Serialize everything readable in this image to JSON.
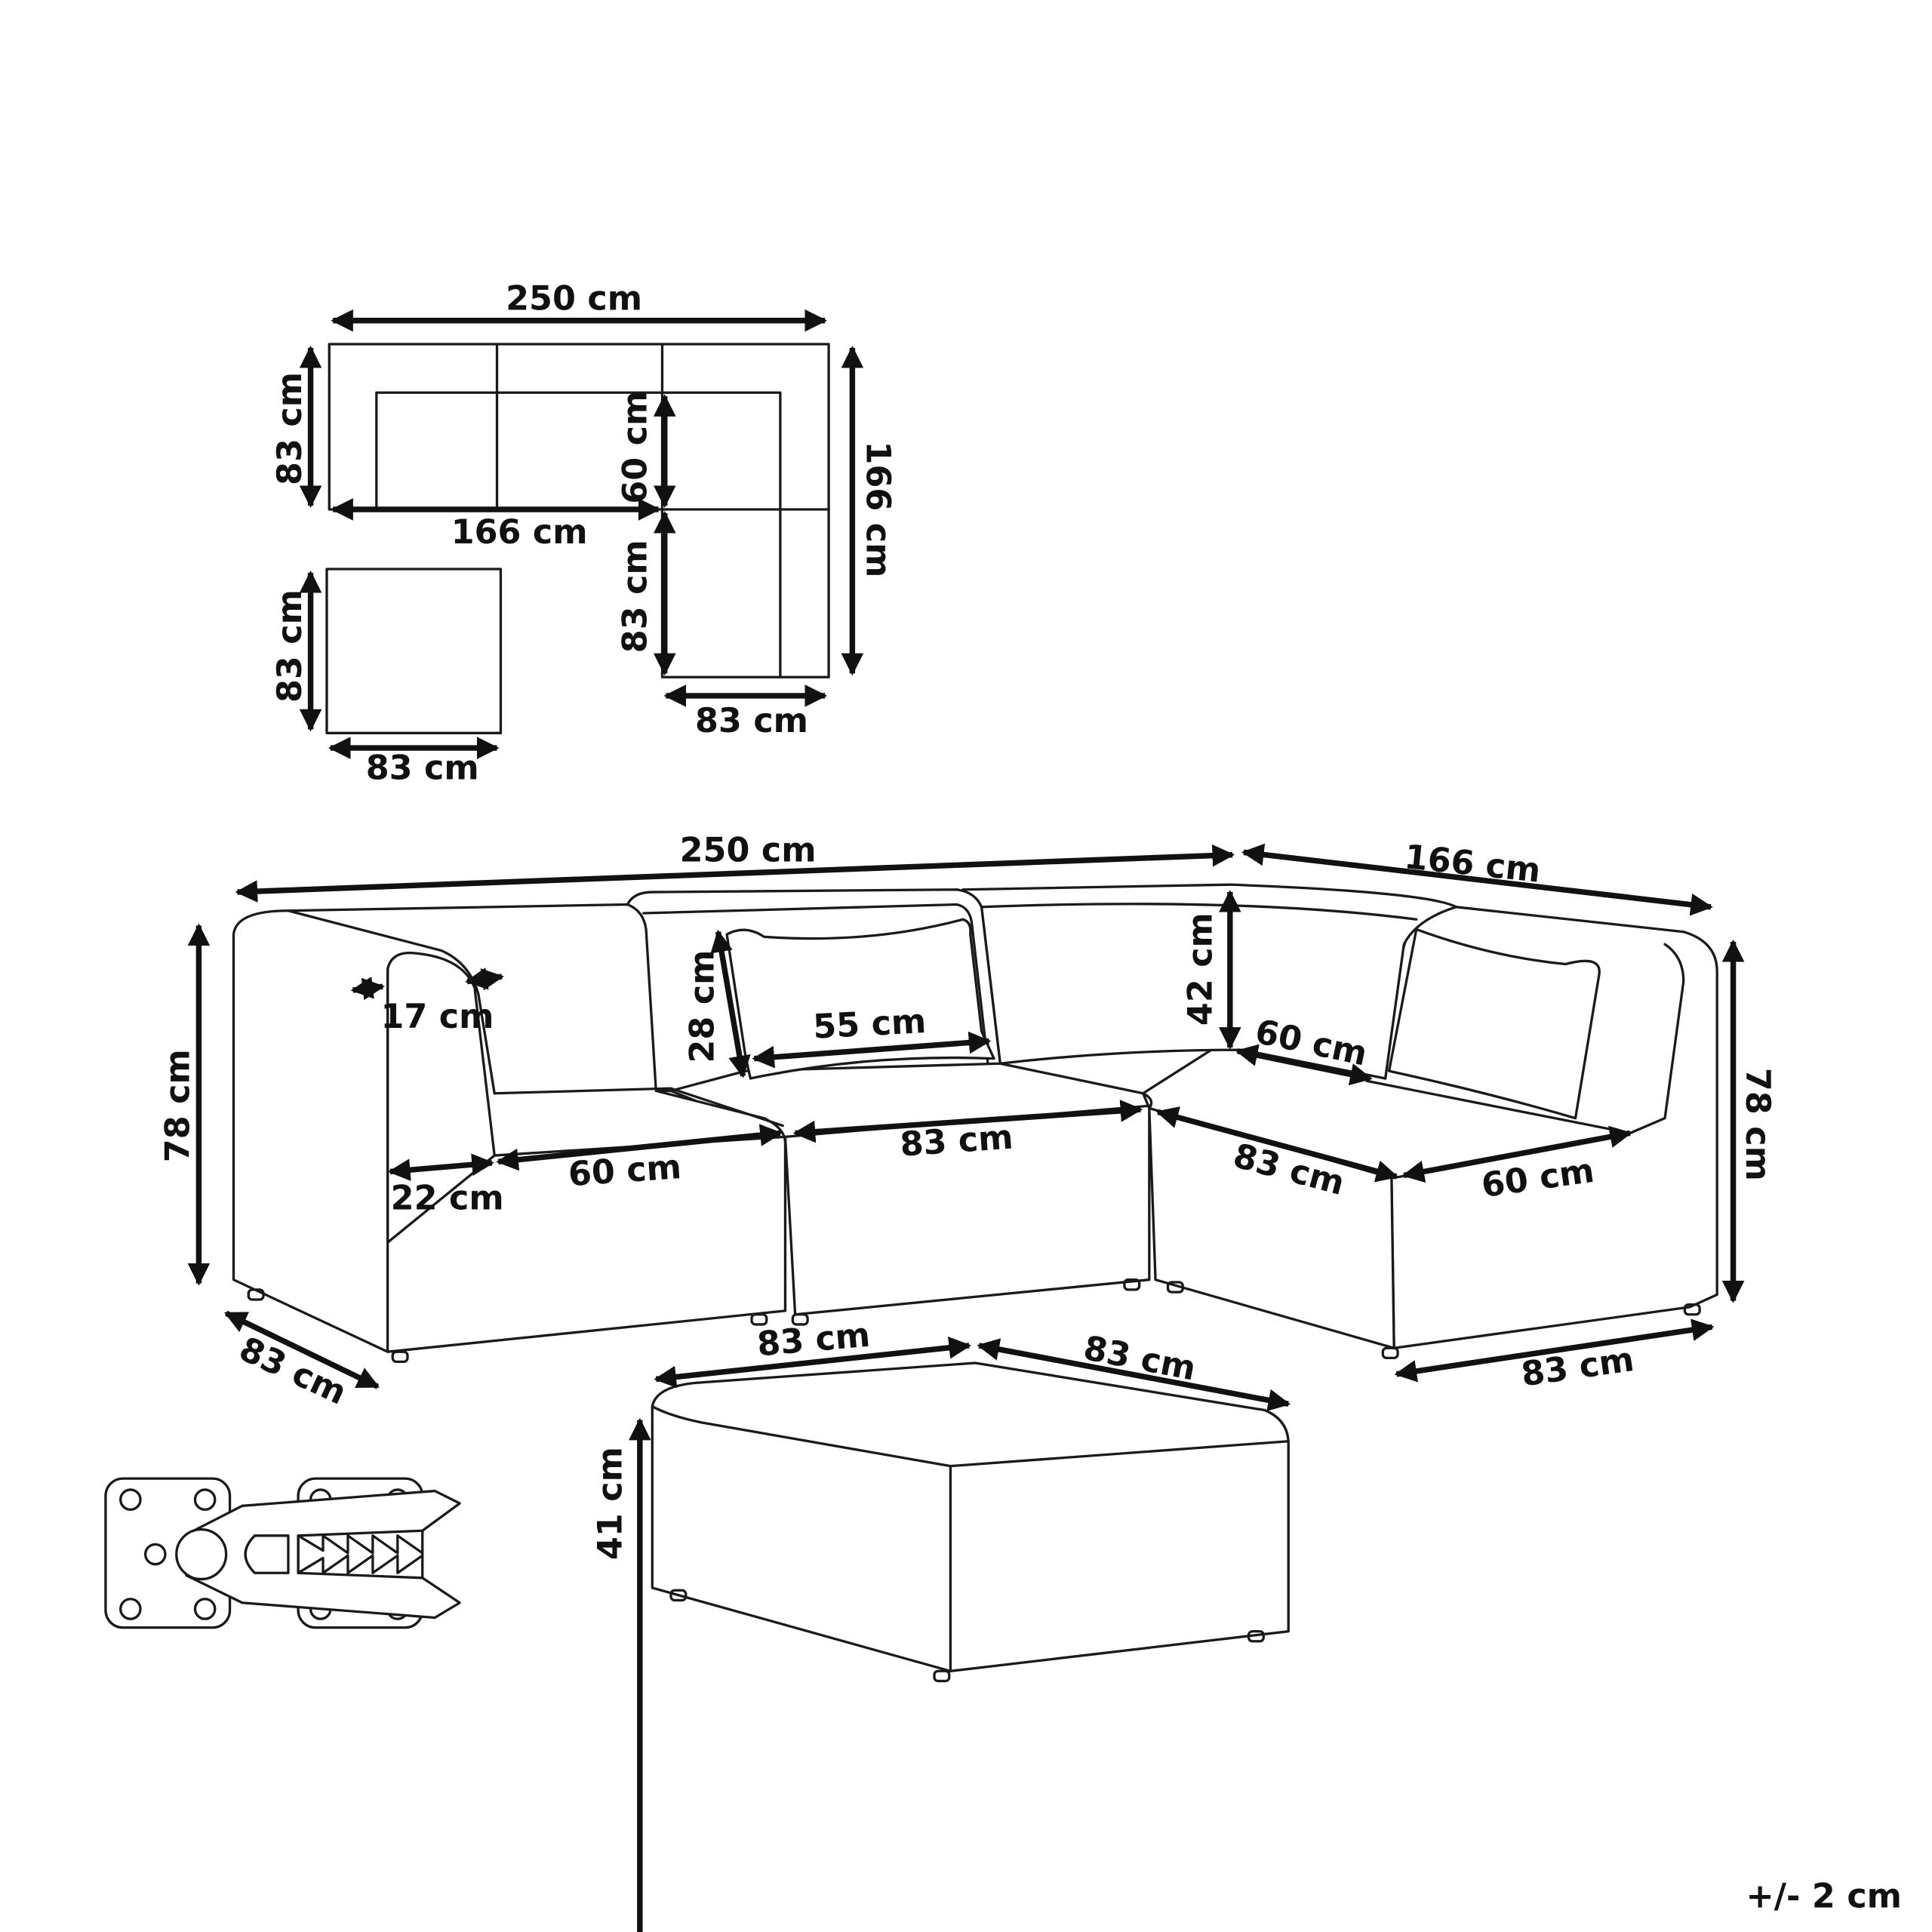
{
  "top_view": {
    "overall_width": "250 cm",
    "left_depth": "83 cm",
    "seat_depth": "60 cm",
    "inner_length": "166 cm",
    "overall_length": "166 cm",
    "corner_depth": "83 cm",
    "corner_width": "83 cm",
    "ottoman_depth": "83 cm",
    "ottoman_width": "83 cm"
  },
  "perspective_view": {
    "overall_width": "250 cm",
    "overall_length": "166 cm",
    "height_left": "78 cm",
    "height_right": "78 cm",
    "armrest_width": "17 cm",
    "armrest_base": "22 cm",
    "seat_depth_left": "60 cm",
    "pillow_height": "28 cm",
    "pillow_width": "55 cm",
    "middle_seat_width": "83 cm",
    "backrest_height": "42 cm",
    "corner_seat_depth": "60 cm",
    "right_module_side": "83 cm",
    "right_seat_depth": "60 cm",
    "left_module_depth": "83 cm",
    "right_module_width": "83 cm"
  },
  "ottoman": {
    "width_front": "83 cm",
    "width_side": "83 cm",
    "height": "41 cm"
  },
  "tolerance": "+/- 2 cm"
}
